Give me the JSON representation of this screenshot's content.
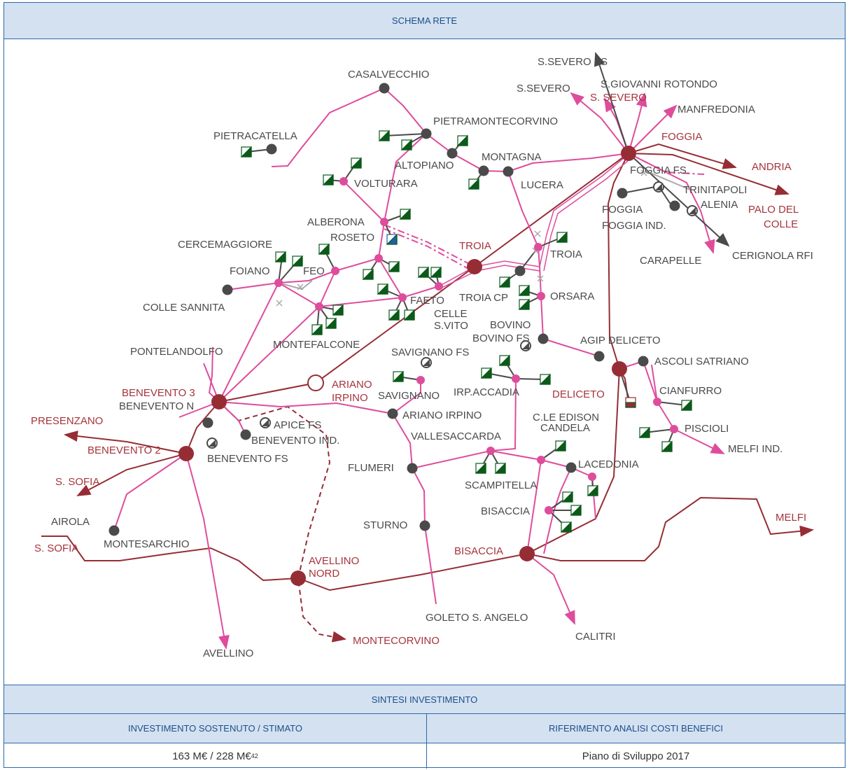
{
  "header": {
    "title": "SCHEMA RETE"
  },
  "map": {
    "colors": {
      "grid_380kv": "#962d35",
      "grid_150kv": "#de4d9c",
      "station_hv": "#962d35",
      "station_150": "#de4d9c",
      "station_other": "#4a4a4a",
      "label_grey": "#4a4a4a",
      "label_red": "#a5343b",
      "wind_plant": "#0b5a1a",
      "solar_plant": "#1f5fa8"
    },
    "labels": {
      "s_severo_fs": "S.SEVERO FS",
      "casalvecchio": "CASALVECCHIO",
      "s_severo_grey": "S.SEVERO",
      "s_giovanni": "S.GIOVANNI ROTONDO",
      "s_severo_red": "S. SEVERO",
      "manfredonia": "MANFREDONIA",
      "pietramontecorvino": "PIETRAMONTECORVINO",
      "pietracatella": "PIETRACATELLA",
      "foggia": "FOGGIA",
      "andria": "ANDRIA",
      "montagna": "MONTAGNA",
      "altopiano": "ALTOPIANO",
      "foggia_fs": "FOGGIA FS.",
      "volturara": "VOLTURARA",
      "lucera": "LUCERA",
      "trinitapoli": "TRINITAPOLI",
      "alenia": "ALENIA",
      "palo_del_colle": "PALO DEL",
      "palo_del_colle_2": "COLLE",
      "foggia_grey": "FOGGIA",
      "foggia_ind": "FOGGIA IND.",
      "alberona": "ALBERONA",
      "roseto": "ROSETO",
      "cercemaggiore": "CERCEMAGGIORE",
      "troia_red": "TROIA",
      "troia_grey": "TROIA",
      "cerignola": "CERIGNOLA RFI",
      "carapelle": "CARAPELLE",
      "foiano": "FOIANO",
      "feo": "FEO",
      "colle_sannita": "COLLE SANNITA",
      "faeto": "FAETO",
      "troia_cp": "TROIA CP",
      "orsara": "ORSARA",
      "celle": "CELLE",
      "s_vito": "S.VITO",
      "bovino": "BOVINO",
      "bovino_fs": "BOVINO FS",
      "montefalcone": "MONTEFALCONE",
      "agip_deliceto": "AGIP DELICETO",
      "pontelandolfo": "PONTELANDOLFO",
      "savignano_fs": "SAVIGNANO FS",
      "ascoli": "ASCOLI SATRIANO",
      "benevento3": "BENEVENTO 3",
      "benevento_n": "BENEVENTO N",
      "ariano_red": "ARIANO",
      "irpino_red": "IRPINO",
      "savignano": "SAVIGNANO",
      "irp_accadia": "IRP.ACCADIA",
      "deliceto": "DELICETO",
      "cianfurro": "CIANFURRO",
      "presenzano": "PRESENZANO",
      "ariano_grey": "ARIANO IRPINO",
      "cle_edison": "C.LE EDISON",
      "candela": "CANDELA",
      "apice_fs": "APICE FS",
      "benevento_ind": "BENEVENTO IND.",
      "vallesaccarda": "VALLESACCARDA",
      "piscioli": "PISCIOLI",
      "benevento2": "BENEVENTO 2",
      "benevento_fs": "BENEVENTO FS",
      "melfi_ind": "MELFI IND.",
      "flumeri": "FLUMERI",
      "lacedonia": "LACEDONIA",
      "s_sofia_1": "S. SOFIA",
      "scampitella": "SCAMPITELLA",
      "airola": "AIROLA",
      "bisaccia_grey": "BISACCIA",
      "sturno": "STURNO",
      "melfi": "MELFI",
      "montesarchio": "MONTESARCHIO",
      "s_sofia_2": "S. SOFIA",
      "bisaccia_red": "BISACCIA",
      "avellino_nord": "AVELLINO",
      "avellino_nord_2": "NORD",
      "goleto": "GOLETO S. ANGELO",
      "calitri": "CALITRI",
      "montecorvino": "MONTECORVINO",
      "avellino": "AVELLINO"
    }
  },
  "summary": {
    "title": "SINTESI INVESTIMENTO",
    "col1_header": "INVESTIMENTO SOSTENUTO / STIMATO",
    "col2_header": "RIFERIMENTO ANALISI COSTI BENEFICI",
    "col1_value": "163 M€ / 228 M€",
    "col1_footnote": "42",
    "col2_value": "Piano di Sviluppo 2017"
  }
}
